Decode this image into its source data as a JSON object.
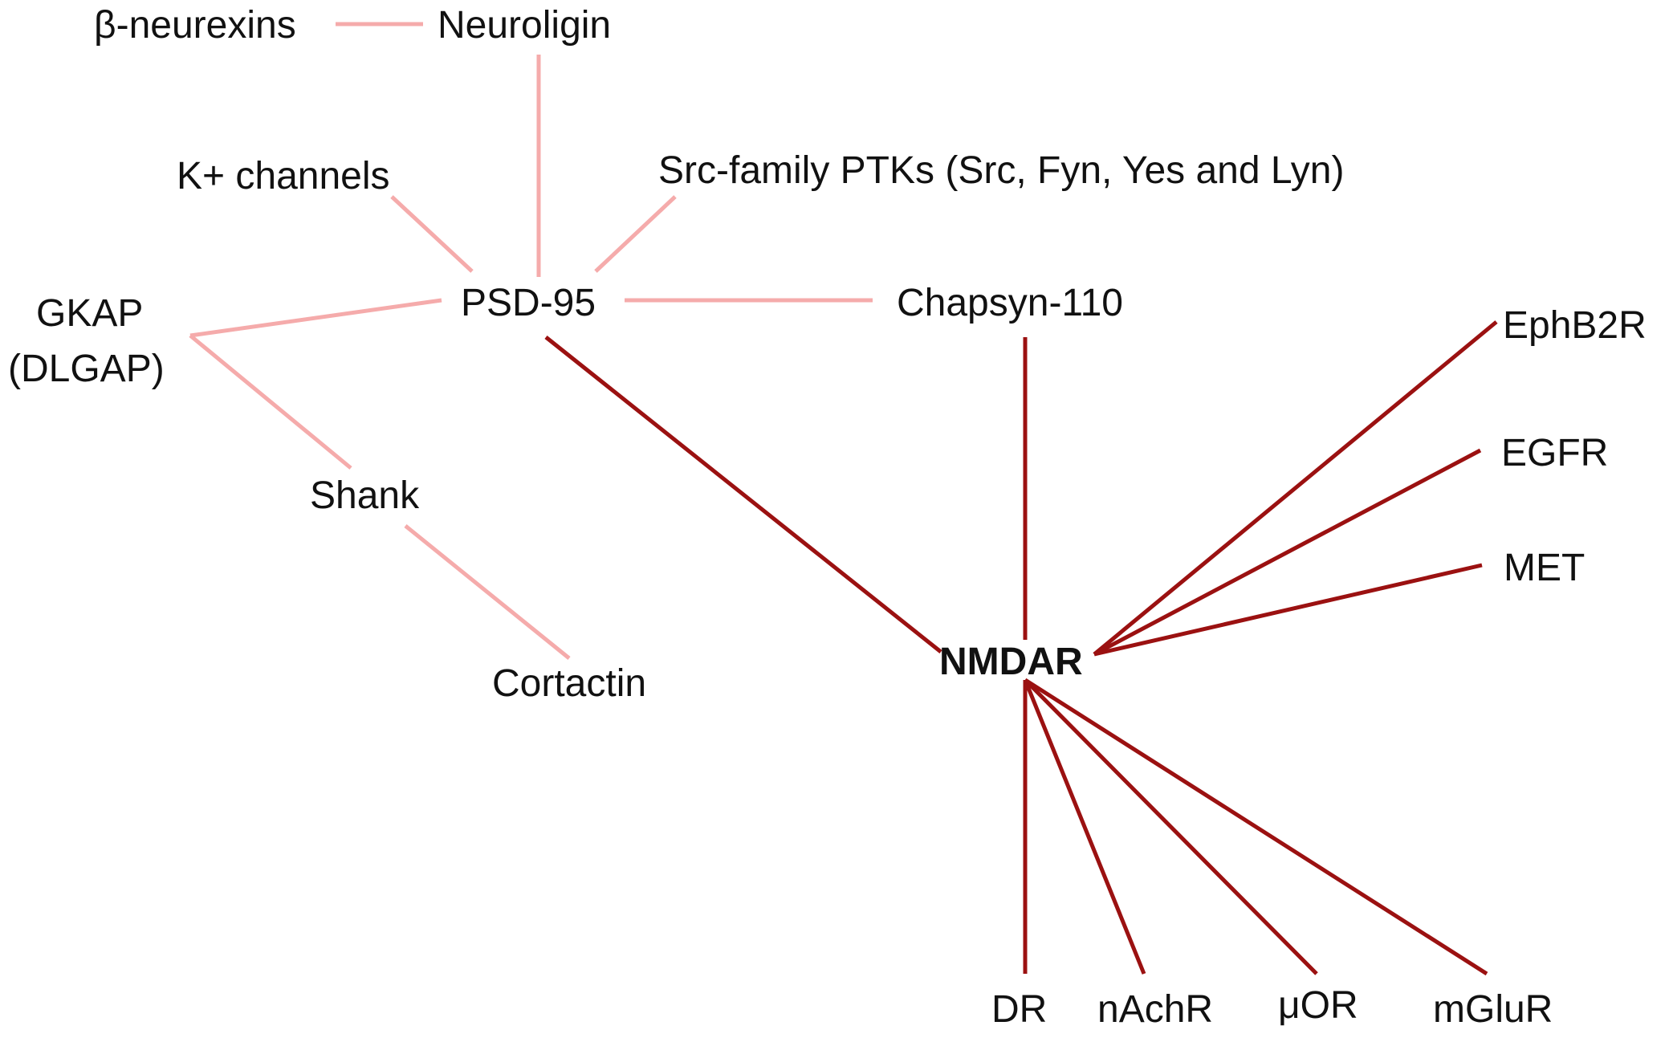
{
  "colors": {
    "light_edge": "#f5abab",
    "dark_edge": "#9b1111",
    "text": "#111111",
    "background": "#ffffff"
  },
  "nodes": {
    "beta_neurexins": "β-neurexins",
    "neuroligin": "Neuroligin",
    "k_channels": "K+ channels",
    "src_family": "Src-family PTKs (Src, Fyn, Yes and Lyn)",
    "gkap_line1": "GKAP",
    "gkap_line2": "(DLGAP)",
    "psd95": "PSD-95",
    "chapsyn": "Chapsyn-110",
    "shank": "Shank",
    "cortactin": "Cortactin",
    "nmdar": "NMDAR",
    "ephb2r": "EphB2R",
    "egfr": "EGFR",
    "met": "MET",
    "dr": "DR",
    "nachr": "nAchR",
    "mor": "μOR",
    "mglur": "mGluR"
  }
}
